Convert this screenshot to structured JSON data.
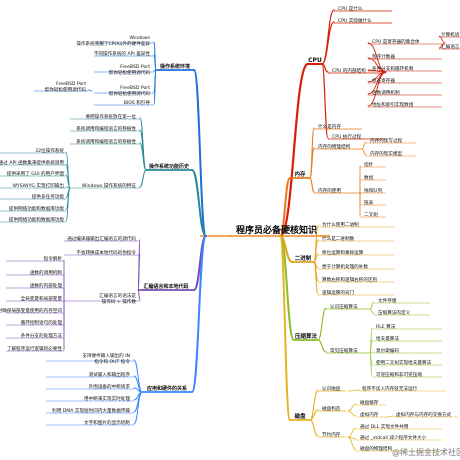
{
  "center": {
    "label": "程序员必备硬核知识"
  },
  "watermark": "@稀土掘金技术社区",
  "colors": {
    "cpu": "#d81e06",
    "memory": "#ea7a1a",
    "binary": "#e3a21a",
    "compression": "#8cbf26",
    "disk": "#e7b41f",
    "os_env": "#1e6fd9",
    "os_history": "#2a8a96",
    "asm": "#7a4bb8",
    "app_hw": "#3a86ff",
    "center_line": "#f08a24"
  },
  "branches": {
    "cpu": {
      "label": "CPU",
      "children": [
        {
          "label": "CPU 是什么"
        },
        {
          "label": "CPU 实际做什么"
        },
        {
          "label": "CPU 的内部结构",
          "children": [
            {
              "label": "CPU 是寄存器的集合体",
              "children": [
                {
                  "label": "计算机语言"
                },
                {
                  "label": "汇编语言"
                }
              ]
            },
            {
              "label": "程序计数器"
            },
            {
              "label": "条件分支和循环机制"
            },
            {
              "label": "标志寄存器"
            },
            {
              "label": "函数调用机制"
            },
            {
              "label": "地址和索引实现数组"
            }
          ]
        },
        {
          "label": "CPU 执行过程"
        }
      ]
    },
    "memory": {
      "label": "内存",
      "children": [
        {
          "label": "什么是内存"
        },
        {
          "label": "内存的物理结构",
          "children": [
            {
              "label": "内存的读写过程"
            },
            {
              "label": "内存的现实模型"
            }
          ]
        },
        {
          "label": "内存的使用",
          "children": [
            {
              "label": "指针"
            },
            {
              "label": "数组"
            },
            {
              "label": "栈和队列"
            },
            {
              "label": "链表"
            },
            {
              "label": "二叉树"
            }
          ]
        }
      ]
    },
    "binary": {
      "label": "二进制",
      "children": [
        {
          "label": "为什么使用二进制"
        },
        {
          "label": "什么是二进制数"
        },
        {
          "label": "移位运算和乘除运算"
        },
        {
          "label": "便于计算机处理的补数"
        },
        {
          "label": "算数右移和逻辑右移的区别"
        },
        {
          "label": "逻辑运算的窍门"
        }
      ]
    },
    "compression": {
      "label": "压缩算法",
      "children": [
        {
          "label": "认识压缩算法",
          "children": [
            {
              "label": "文件存储"
            },
            {
              "label": "压缩算法的定义"
            }
          ]
        },
        {
          "label": "常见压缩算法",
          "children": [
            {
              "label": "RLE 算法"
            },
            {
              "label": "哈夫曼算法"
            },
            {
              "label": "莫尔斯编码"
            },
            {
              "label": "使用二叉树实现哈夫曼算法"
            },
            {
              "label": "可逆压缩和非可逆压缩"
            }
          ]
        }
      ]
    },
    "disk": {
      "label": "磁盘",
      "children": [
        {
          "label": "认识磁盘",
          "children": [
            {
              "label": "程序不读入内存就无法运行"
            }
          ]
        },
        {
          "label": "磁盘构造",
          "children": [
            {
              "label": "磁盘缓存"
            },
            {
              "label": "虚拟内存",
              "children": [
                {
                  "label": "虚拟内存与内存的交换方式"
                }
              ]
            }
          ]
        },
        {
          "label": "节约内存",
          "children": [
            {
              "label": "通过 DLL 实现文件共用"
            },
            {
              "label": "通过 _stdcall 减少程序文件大小"
            },
            {
              "label": "磁盘的物理结构"
            }
          ]
        }
      ]
    },
    "os_env": {
      "label": "操作系统环境",
      "children": [
        {
          "label": "Windows\n操作系统克服了CPU以外的硬件差异"
        },
        {
          "label": "不同操作系统的 API 差异性"
        },
        {
          "label": "FreeBSD Port\n帮你轻松使用源代码"
        },
        {
          "label": "FreeBSD Port\n帮你轻松使用源代码",
          "children": [
            {
              "label": "FreeBSD Port\n帮你轻松使用源代码"
            }
          ]
        },
        {
          "label": "BIOS 和引导"
        }
      ]
    },
    "os_history": {
      "label": "操作系统功能历史",
      "children": [
        {
          "label": "要把操作系统放在第一位"
        },
        {
          "label": "系统调用和编程语言的移植性"
        },
        {
          "label": "系统调用和编程语言的移植性"
        },
        {
          "label": "Windows 操作系统的特征",
          "children": [
            {
              "label": "32位操作系统"
            },
            {
              "label": "通过 API 函数集来提供系统调用"
            },
            {
              "label": "提供采用了 GUI 的用户界面"
            },
            {
              "label": "WYSIWYG 实现打印输出"
            },
            {
              "label": "提供多任务功能"
            },
            {
              "label": "提供网络功能和数据库功能"
            },
            {
              "label": "提供网络功能和数据库功能"
            }
          ]
        }
      ]
    },
    "asm": {
      "label": "汇编语言和本地代码",
      "children": [
        {
          "label": "通过编译器输出汇编语言的源代码"
        },
        {
          "label": "不会转换成本地代码的伪指令"
        },
        {
          "label": "汇编语言的语法是\n操作码 + 操作数",
          "children": [
            {
              "label": "指令解析"
            },
            {
              "label": "函数的调用机制"
            },
            {
              "label": "函数的内部处理"
            },
            {
              "label": "全局变量和局部变量"
            },
            {
              "label": "临时确保局部变量使用的内存空间"
            },
            {
              "label": "循环控制语句的处理"
            },
            {
              "label": "条件分支的处理方法"
            },
            {
              "label": "了解程序运行逻辑的必要性"
            }
          ]
        }
      ]
    },
    "app_hw": {
      "label": "应用和硬件的关系",
      "children": [
        {
          "label": "支持硬件输入输出的 IN\n指令和 OUT 指令"
        },
        {
          "label": "测试输入和输出程序"
        },
        {
          "label": "外围设备的中断请求"
        },
        {
          "label": "用中断来实现实时处理"
        },
        {
          "label": "利用 DMA 实现短时间内大量数据传输"
        },
        {
          "label": "文字和图片的显示机制"
        }
      ]
    }
  }
}
